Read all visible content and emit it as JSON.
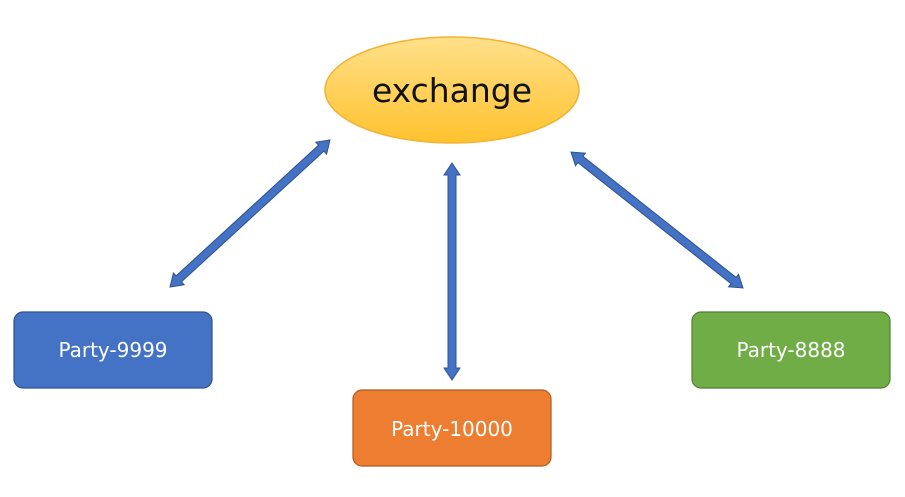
{
  "hub": {
    "label": "exchange",
    "fill_top": "#FFE08A",
    "fill_bottom": "#FFC22E",
    "stroke": "#F2B233"
  },
  "parties": [
    {
      "id": "party-9999",
      "label": "Party-9999",
      "color": "#4472C4",
      "stroke": "#2F528F"
    },
    {
      "id": "party-10000",
      "label": "Party-10000",
      "color": "#ED7D31",
      "stroke": "#AE5A21"
    },
    {
      "id": "party-8888",
      "label": "Party-8888",
      "color": "#70AD47",
      "stroke": "#507E32"
    }
  ],
  "arrow_color": "#4472C4",
  "arrow_outline": "#2F528F"
}
